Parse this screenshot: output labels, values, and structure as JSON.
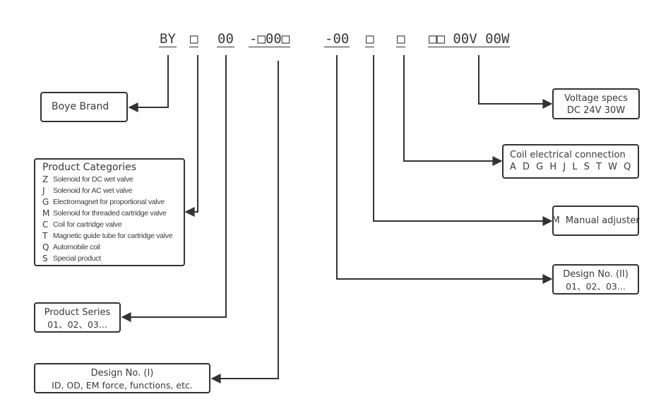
{
  "code": {
    "segments": [
      {
        "id": "brand",
        "text": "BY"
      },
      {
        "id": "category",
        "text": "□"
      },
      {
        "id": "series",
        "text": "00"
      },
      {
        "id": "design1",
        "text": "-□00□"
      },
      {
        "id": "design2",
        "text": "-00"
      },
      {
        "id": "manual",
        "text": "□"
      },
      {
        "id": "connection",
        "text": "□"
      },
      {
        "id": "voltage",
        "text": "□□ 00V 00W"
      }
    ]
  },
  "boxes": {
    "brand": {
      "title": "Boye Brand"
    },
    "categories": {
      "title": "Product Categories",
      "items": [
        {
          "code": "Z",
          "desc": "Solenoid for DC wet valve"
        },
        {
          "code": "J",
          "desc": "Solenoid for AC wet valve"
        },
        {
          "code": "G",
          "desc": "Electromagnet for proportional valve"
        },
        {
          "code": "M",
          "desc": "Solenoid for threaded cartridge valve"
        },
        {
          "code": "C",
          "desc": "Coil for cartridge valve"
        },
        {
          "code": "T",
          "desc": "Magnetic guide tube for cartridge valve"
        },
        {
          "code": "Q",
          "desc": "Automobile coil"
        },
        {
          "code": "S",
          "desc": "Special product"
        }
      ]
    },
    "series": {
      "title": "Product Series",
      "line": "01、02、03..."
    },
    "design1": {
      "title": "Design No. (I)",
      "line": "ID, OD, EM force, functions, etc."
    },
    "voltage": {
      "title": "Voltage specs",
      "line": "DC 24V 30W"
    },
    "connection": {
      "title": "Coil electrical connection",
      "line": "A D G H J L S T W Q"
    },
    "manual": {
      "title": "M  Manual adjuster"
    },
    "design2": {
      "title": "Design No. (II)",
      "line": "01、02、03..."
    }
  },
  "colors": {
    "line": "#333333",
    "text": "#3a3a3a",
    "background": "#ffffff"
  }
}
